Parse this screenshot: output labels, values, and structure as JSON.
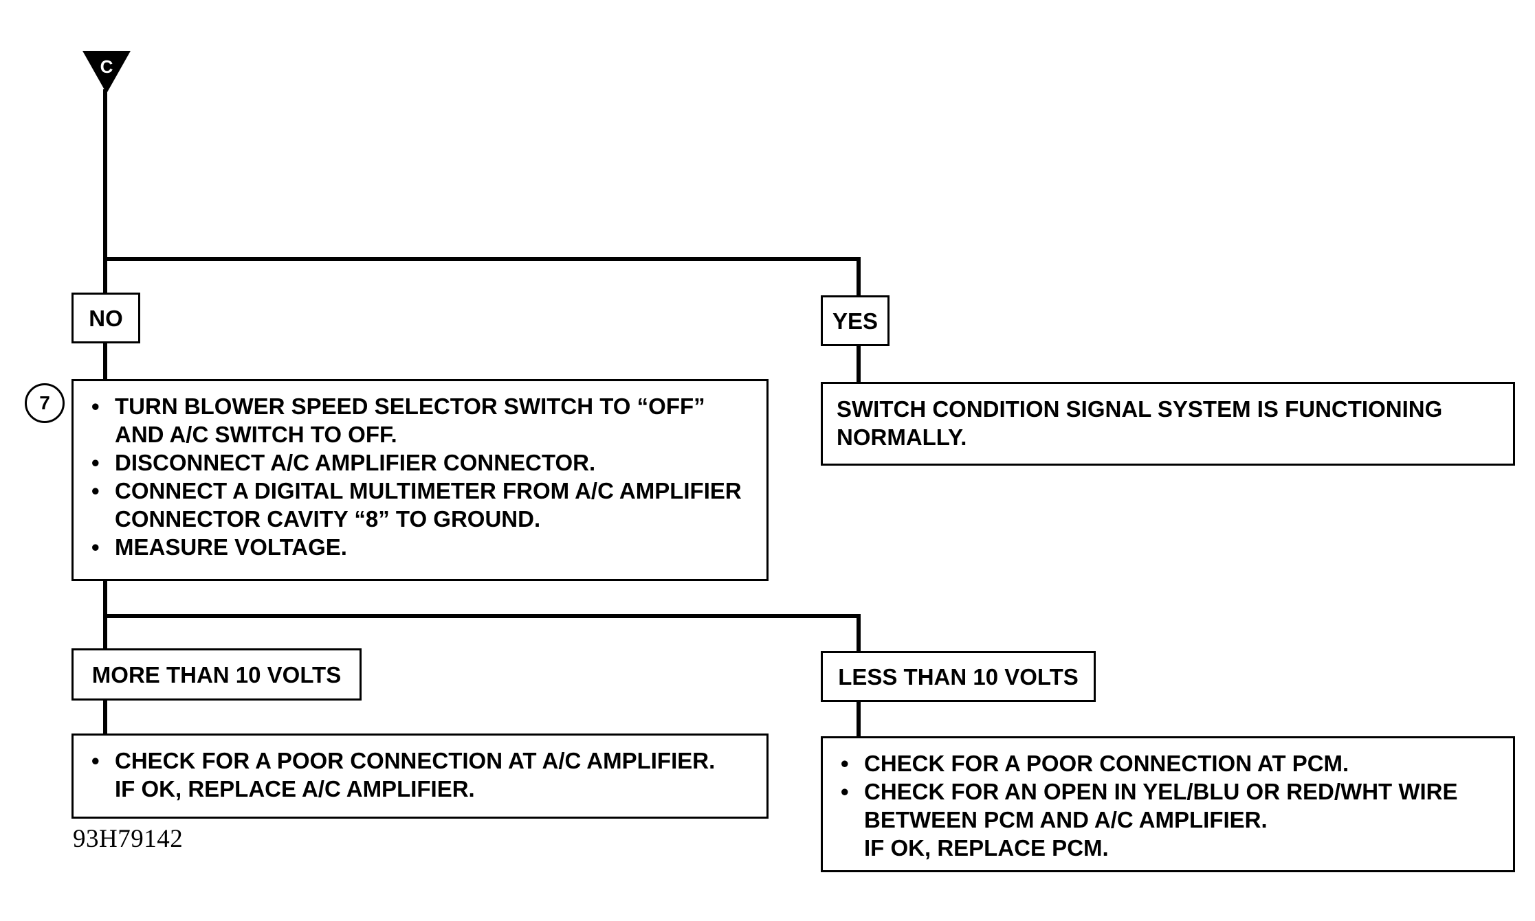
{
  "connector": {
    "letter": "C"
  },
  "branch1": {
    "no_label": "NO",
    "yes_label": "YES"
  },
  "step": {
    "number": "7",
    "items": [
      {
        "line1": "TURN BLOWER SPEED SELECTOR SWITCH TO “OFF”",
        "line2": "AND A/C SWITCH TO OFF."
      },
      {
        "line1": "DISCONNECT A/C AMPLIFIER CONNECTOR.",
        "line2": ""
      },
      {
        "line1": "CONNECT A DIGITAL MULTIMETER FROM A/C AMPLIFIER",
        "line2": "CONNECTOR CAVITY “8” TO GROUND."
      },
      {
        "line1": "MEASURE VOLTAGE.",
        "line2": ""
      }
    ]
  },
  "yes_result": {
    "line1": "SWITCH CONDITION SIGNAL SYSTEM IS FUNCTIONING",
    "line2": "NORMALLY."
  },
  "branch2": {
    "more_label": "MORE THAN 10 VOLTS",
    "less_label": "LESS THAN 10 VOLTS"
  },
  "more_result": {
    "items": [
      {
        "line1": "CHECK FOR A POOR CONNECTION AT A/C AMPLIFIER.",
        "line2": "IF OK, REPLACE A/C AMPLIFIER."
      }
    ]
  },
  "less_result": {
    "items": [
      {
        "line1": "CHECK FOR A POOR CONNECTION AT PCM.",
        "line2": "",
        "line3": ""
      },
      {
        "line1": "CHECK FOR AN OPEN IN YEL/BLU OR RED/WHT WIRE",
        "line2": "BETWEEN PCM AND A/C AMPLIFIER.",
        "line3": "IF OK, REPLACE PCM."
      }
    ]
  },
  "figure_id": "93H79142"
}
